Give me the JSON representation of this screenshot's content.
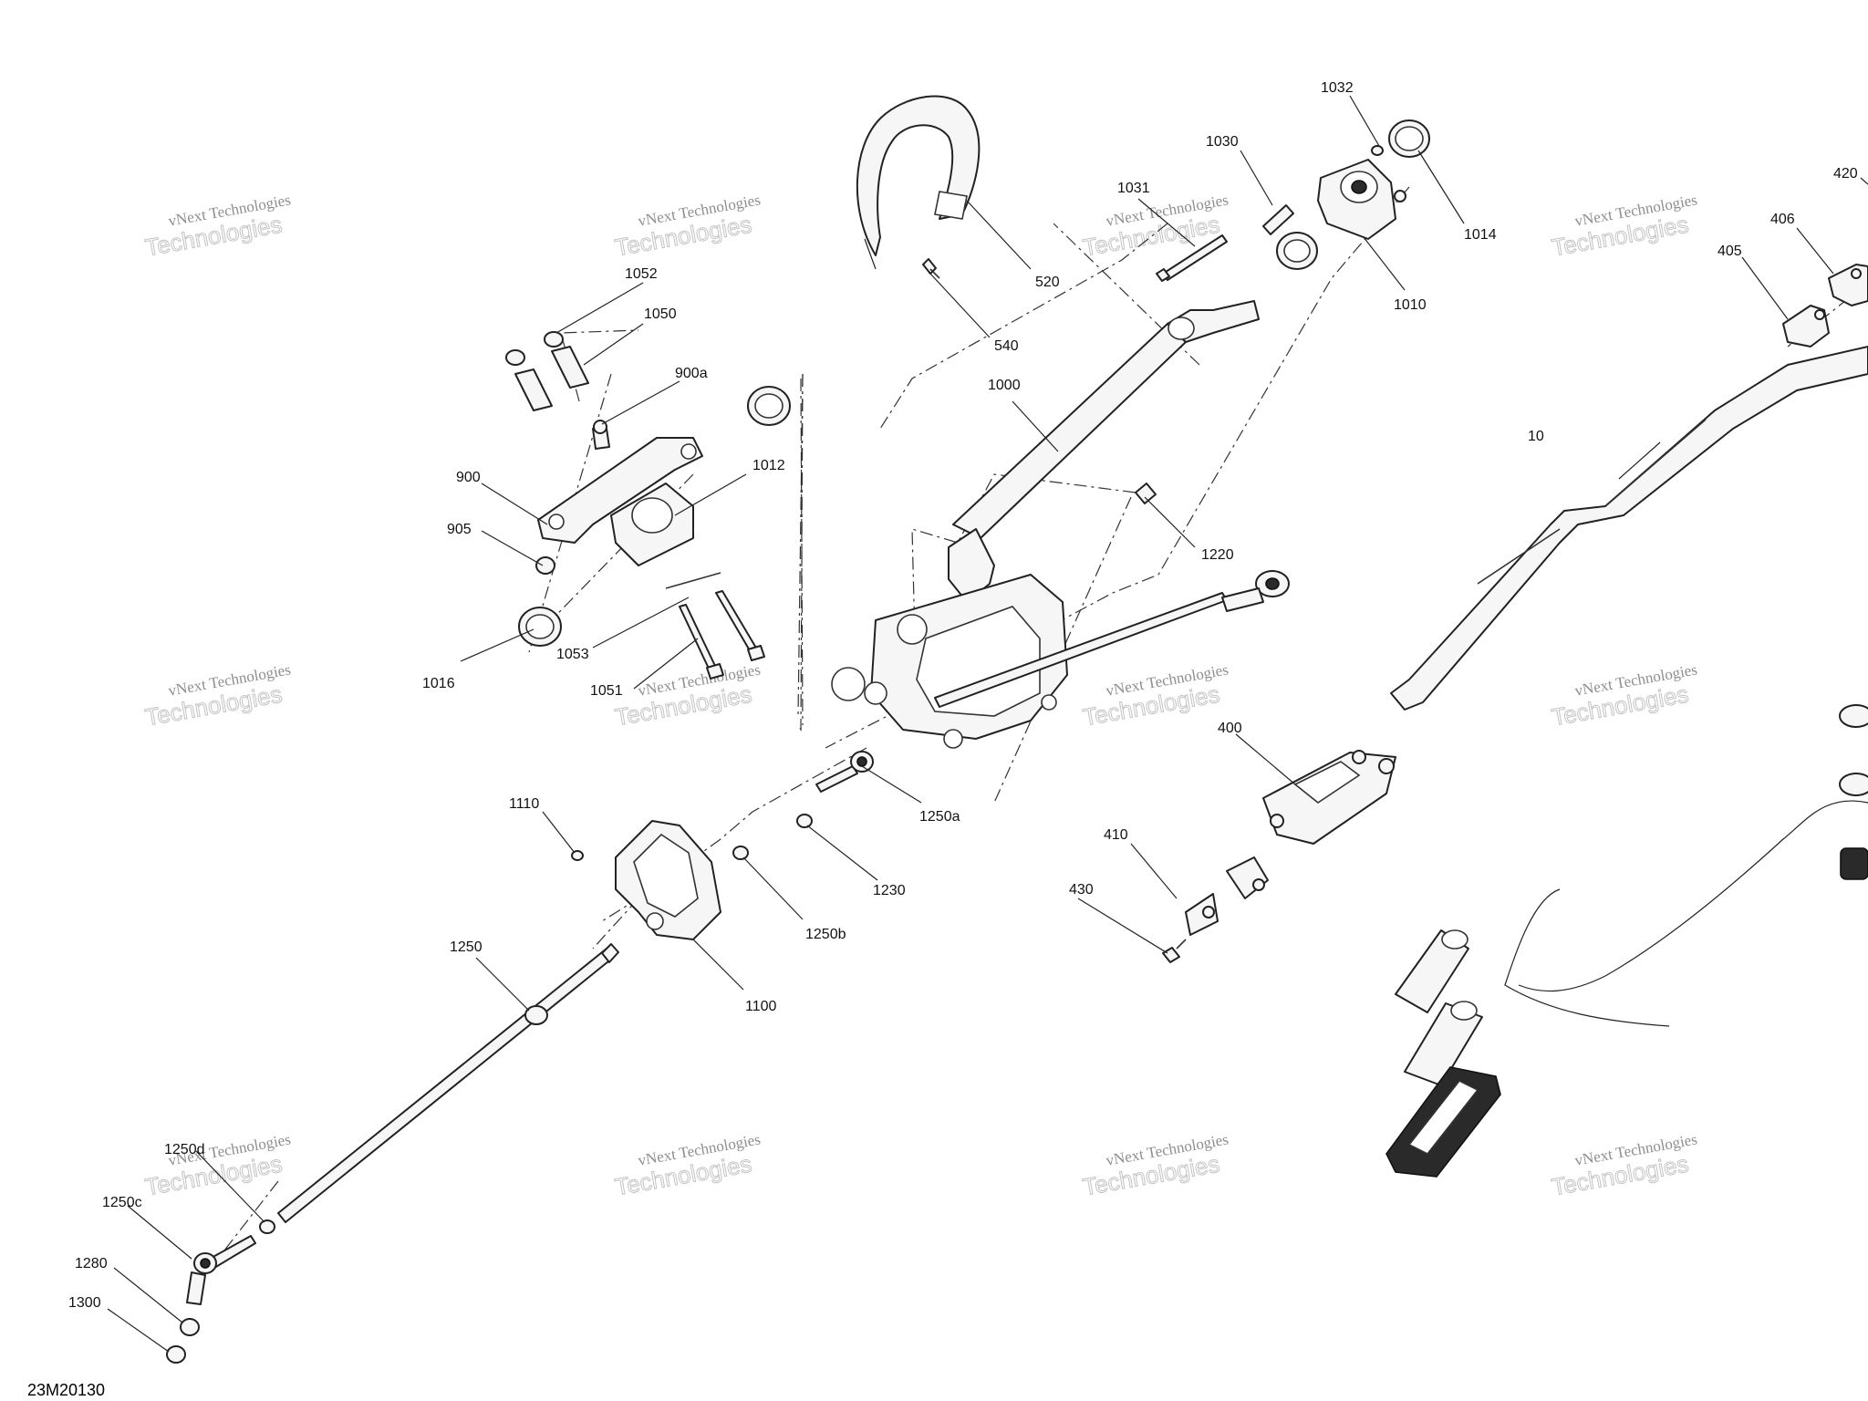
{
  "diagram_code": "23M20130",
  "watermark": {
    "line1": "vNext Technologies",
    "line2": "Technologies"
  },
  "callouts": [
    {
      "id": "10",
      "label": "10"
    },
    {
      "id": "400",
      "label": "400"
    },
    {
      "id": "405",
      "label": "405"
    },
    {
      "id": "406",
      "label": "406"
    },
    {
      "id": "410",
      "label": "410"
    },
    {
      "id": "420",
      "label": "420"
    },
    {
      "id": "430",
      "label": "430"
    },
    {
      "id": "520",
      "label": "520"
    },
    {
      "id": "540",
      "label": "540"
    },
    {
      "id": "900",
      "label": "900"
    },
    {
      "id": "900a",
      "label": "900a"
    },
    {
      "id": "905",
      "label": "905"
    },
    {
      "id": "1000",
      "label": "1000"
    },
    {
      "id": "1010",
      "label": "1010"
    },
    {
      "id": "1012",
      "label": "1012"
    },
    {
      "id": "1014",
      "label": "1014"
    },
    {
      "id": "1016",
      "label": "1016"
    },
    {
      "id": "1030",
      "label": "1030"
    },
    {
      "id": "1031",
      "label": "1031"
    },
    {
      "id": "1032",
      "label": "1032"
    },
    {
      "id": "1050",
      "label": "1050"
    },
    {
      "id": "1051",
      "label": "1051"
    },
    {
      "id": "1052",
      "label": "1052"
    },
    {
      "id": "1053",
      "label": "1053"
    },
    {
      "id": "1100",
      "label": "1100"
    },
    {
      "id": "1110",
      "label": "1110"
    },
    {
      "id": "1220",
      "label": "1220"
    },
    {
      "id": "1230",
      "label": "1230"
    },
    {
      "id": "1250",
      "label": "1250"
    },
    {
      "id": "1250a",
      "label": "1250a"
    },
    {
      "id": "1250b",
      "label": "1250b"
    },
    {
      "id": "1250c",
      "label": "1250c"
    },
    {
      "id": "1250d",
      "label": "1250d"
    },
    {
      "id": "1280",
      "label": "1280"
    },
    {
      "id": "1300",
      "label": "1300"
    }
  ]
}
